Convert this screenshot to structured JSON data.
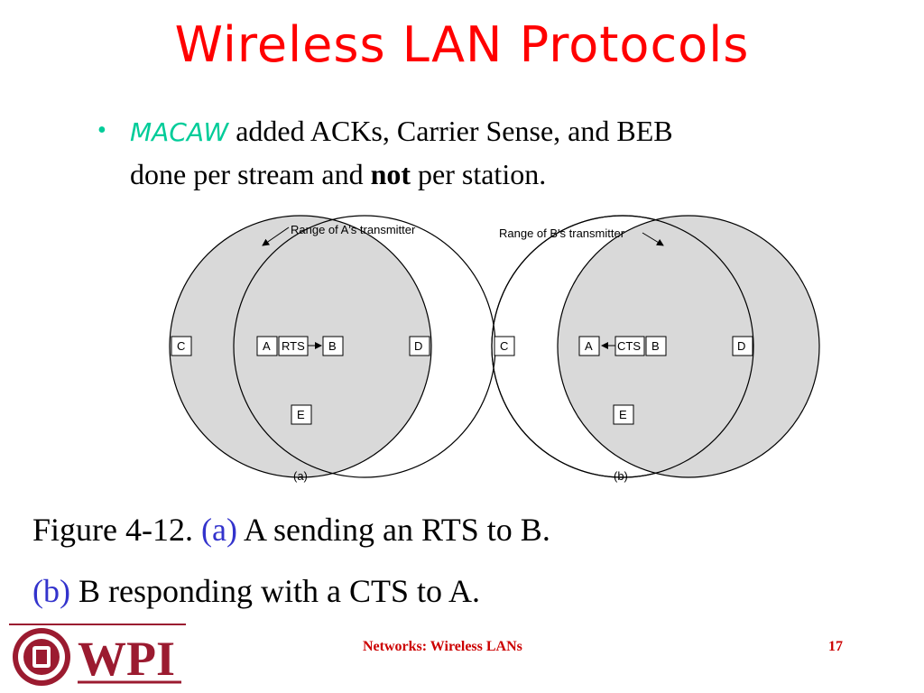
{
  "slide": {
    "title": "Wireless LAN Protocols",
    "bullet": {
      "macaw": "MACAW",
      "text_a": " added ACKs, Carrier Sense, and BEB",
      "text_b": "done per stream and ",
      "bold": "not",
      "text_c": " per station."
    }
  },
  "diagram": {
    "a": {
      "range_label": "Range of A's transmitter",
      "nodes": {
        "c": "C",
        "a": "A",
        "msg": "RTS",
        "b": "B",
        "d": "D",
        "e": "E"
      },
      "sublabel": "(a)"
    },
    "b": {
      "range_label": "Range of B's transmitter",
      "nodes": {
        "c": "C",
        "a": "A",
        "msg": "CTS",
        "b": "B",
        "d": "D",
        "e": "E"
      },
      "sublabel": "(b)"
    },
    "colors": {
      "shade": "#d9d9d9",
      "stroke": "#000000"
    }
  },
  "caption": {
    "line1_prefix": "Figure 4-12. ",
    "line1_tag": "(a)",
    "line1_text": " A sending an RTS to B.",
    "line2_tag": "(b)",
    "line2_text": " B responding with a CTS to A."
  },
  "footer": {
    "center": "Networks: Wireless LANs",
    "page": "17",
    "logo_text": "WPI",
    "colors": {
      "maroon": "#9b1b30",
      "red": "#cc0000",
      "blue": "#3333cc",
      "accent": "#00cc99"
    }
  }
}
